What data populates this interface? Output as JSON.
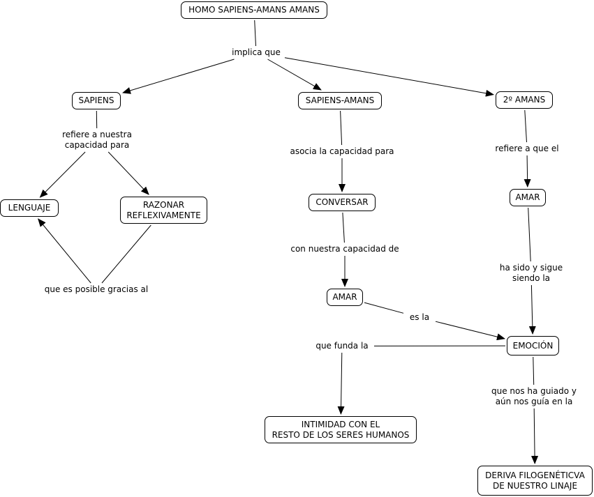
{
  "concept_map": {
    "concepts": [
      {
        "id": "homo",
        "text": "HOMO SAPIENS-AMANS AMANS"
      },
      {
        "id": "sapiens",
        "text": "SAPIENS"
      },
      {
        "id": "sapiens_amans",
        "text": "SAPIENS-AMANS"
      },
      {
        "id": "amans2",
        "text": "2º AMANS"
      },
      {
        "id": "lenguaje",
        "text": "LENGUAJE"
      },
      {
        "id": "razonar",
        "text": "RAZONAR\nREFLEXIVAMENTE"
      },
      {
        "id": "conversar",
        "text": "CONVERSAR"
      },
      {
        "id": "amar_right",
        "text": "AMAR"
      },
      {
        "id": "amar_center",
        "text": "AMAR"
      },
      {
        "id": "emocion",
        "text": "EMOCIÓN"
      },
      {
        "id": "intimidad",
        "text": "INTIMIDAD CON EL\nRESTO DE LOS SERES HUMANOS"
      },
      {
        "id": "deriva",
        "text": "DERIVA FILOGENÉTICVA\nDE NUESTRO  LINAJE"
      }
    ],
    "linking_phrases": [
      {
        "id": "implica",
        "text": "implica que"
      },
      {
        "id": "refiere_nuestra",
        "text": "refiere a nuestra\ncapacidad para"
      },
      {
        "id": "asocia",
        "text": "asocia la capacidad para"
      },
      {
        "id": "refiere_el",
        "text": "refiere a que el"
      },
      {
        "id": "posible",
        "text": "que es posible gracias al"
      },
      {
        "id": "con_nuestra",
        "text": "con nuestra capacidad de"
      },
      {
        "id": "ha_sido",
        "text": "ha sido y sigue\nsiendo la"
      },
      {
        "id": "es_la",
        "text": "es la"
      },
      {
        "id": "funda",
        "text": "que funda la"
      },
      {
        "id": "guiado",
        "text": "que nos ha guiado y\naún nos guía en la"
      }
    ],
    "connections": [
      {
        "from": "homo",
        "to": "implica"
      },
      {
        "from": "implica",
        "to": "sapiens"
      },
      {
        "from": "implica",
        "to": "sapiens_amans"
      },
      {
        "from": "implica",
        "to": "amans2"
      },
      {
        "from": "sapiens",
        "to": "refiere_nuestra"
      },
      {
        "from": "refiere_nuestra",
        "to": "lenguaje"
      },
      {
        "from": "refiere_nuestra",
        "to": "razonar"
      },
      {
        "from": "razonar",
        "to": "posible"
      },
      {
        "from": "posible",
        "to": "lenguaje"
      },
      {
        "from": "sapiens_amans",
        "to": "asocia"
      },
      {
        "from": "asocia",
        "to": "conversar"
      },
      {
        "from": "conversar",
        "to": "con_nuestra"
      },
      {
        "from": "con_nuestra",
        "to": "amar_center"
      },
      {
        "from": "amans2",
        "to": "refiere_el"
      },
      {
        "from": "refiere_el",
        "to": "amar_right"
      },
      {
        "from": "amar_right",
        "to": "ha_sido"
      },
      {
        "from": "ha_sido",
        "to": "emocion"
      },
      {
        "from": "amar_center",
        "to": "es_la"
      },
      {
        "from": "es_la",
        "to": "emocion"
      },
      {
        "from": "emocion",
        "to": "funda"
      },
      {
        "from": "funda",
        "to": "intimidad"
      },
      {
        "from": "emocion",
        "to": "guiado"
      },
      {
        "from": "guiado",
        "to": "deriva"
      }
    ]
  }
}
